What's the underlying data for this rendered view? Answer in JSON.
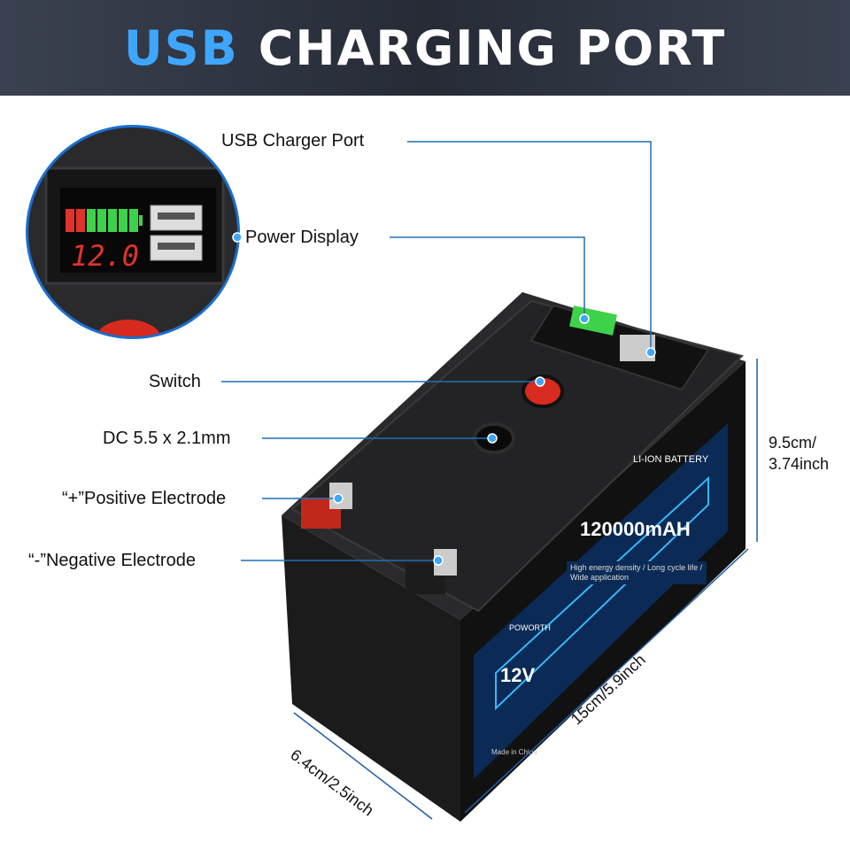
{
  "header": {
    "title_accent": "USB",
    "title_main": "CHARGING PORT"
  },
  "callouts": {
    "usb_port": "USB Charger Port",
    "power_display": "Power Display",
    "switch": "Switch",
    "dc_port": "DC 5.5 x 2.1mm",
    "positive": "“+”Positive Electrode",
    "negative": "“-”Negative Electrode"
  },
  "inset": {
    "display_reading": "12.0"
  },
  "battery_label": {
    "brand": "POWORTH",
    "type": "LI-ION BATTERY",
    "voltage": "12V",
    "capacity": "120000mAH",
    "tagline": "High energy density / Long cycle life / Wide application",
    "origin": "Made in China"
  },
  "dimensions": {
    "height": "9.5cm/\n3.74inch",
    "height_line1": "9.5cm/",
    "height_line2": "3.74inch",
    "length": "15cm/5.9inch",
    "width": "6.4cm/2.5inch"
  },
  "colors": {
    "accent": "#3fa6ff",
    "header_bg": "#2b303b",
    "callout_line": "#1f6fb5",
    "label_bg": "#0b2a55"
  }
}
